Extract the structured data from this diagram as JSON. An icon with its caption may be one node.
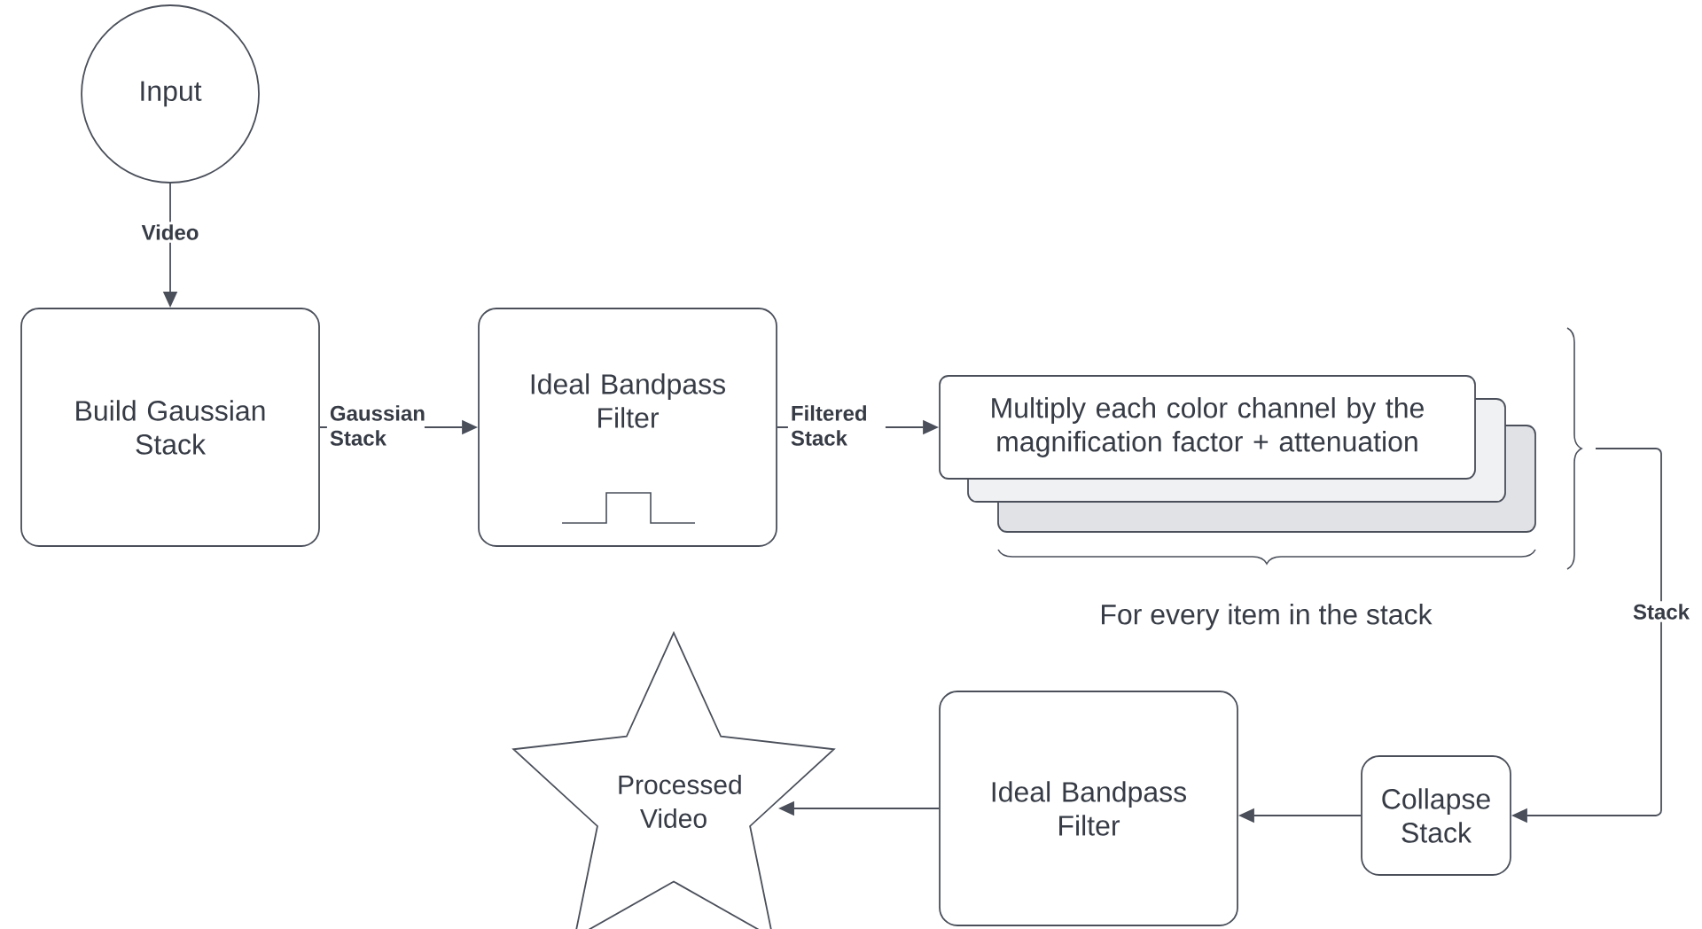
{
  "diagram": {
    "nodes": [
      {
        "text": [
          "Input"
        ]
      },
      {
        "text": [
          "Build Gaussian Stack"
        ]
      },
      {
        "text": [
          "Ideal Bandpass Filter"
        ]
      },
      {
        "text": [
          "Multiply each color channel by the magnification factor + attenuation"
        ]
      },
      {
        "text": [
          "Collapse Stack"
        ]
      },
      {
        "text": [
          "Ideal Bandpass Filter"
        ]
      },
      {
        "text": [
          "Processed Video"
        ]
      }
    ],
    "edges": [
      {
        "from": 0,
        "to": 1,
        "arrow": "to",
        "label": "Video"
      },
      {
        "from": 1,
        "to": 2,
        "arrow": "to",
        "label": "Gaussian Stack"
      },
      {
        "from": 2,
        "to": 3,
        "arrow": "to",
        "label": "Filtered Stack"
      },
      {
        "from": null,
        "to": 4,
        "arrow": "to",
        "label": "Stack"
      },
      {
        "from": 4,
        "to": 5,
        "arrow": "to"
      },
      {
        "from": 5,
        "to": 6,
        "arrow": "to"
      }
    ],
    "labels": [
      "For every item in the stack"
    ]
  }
}
